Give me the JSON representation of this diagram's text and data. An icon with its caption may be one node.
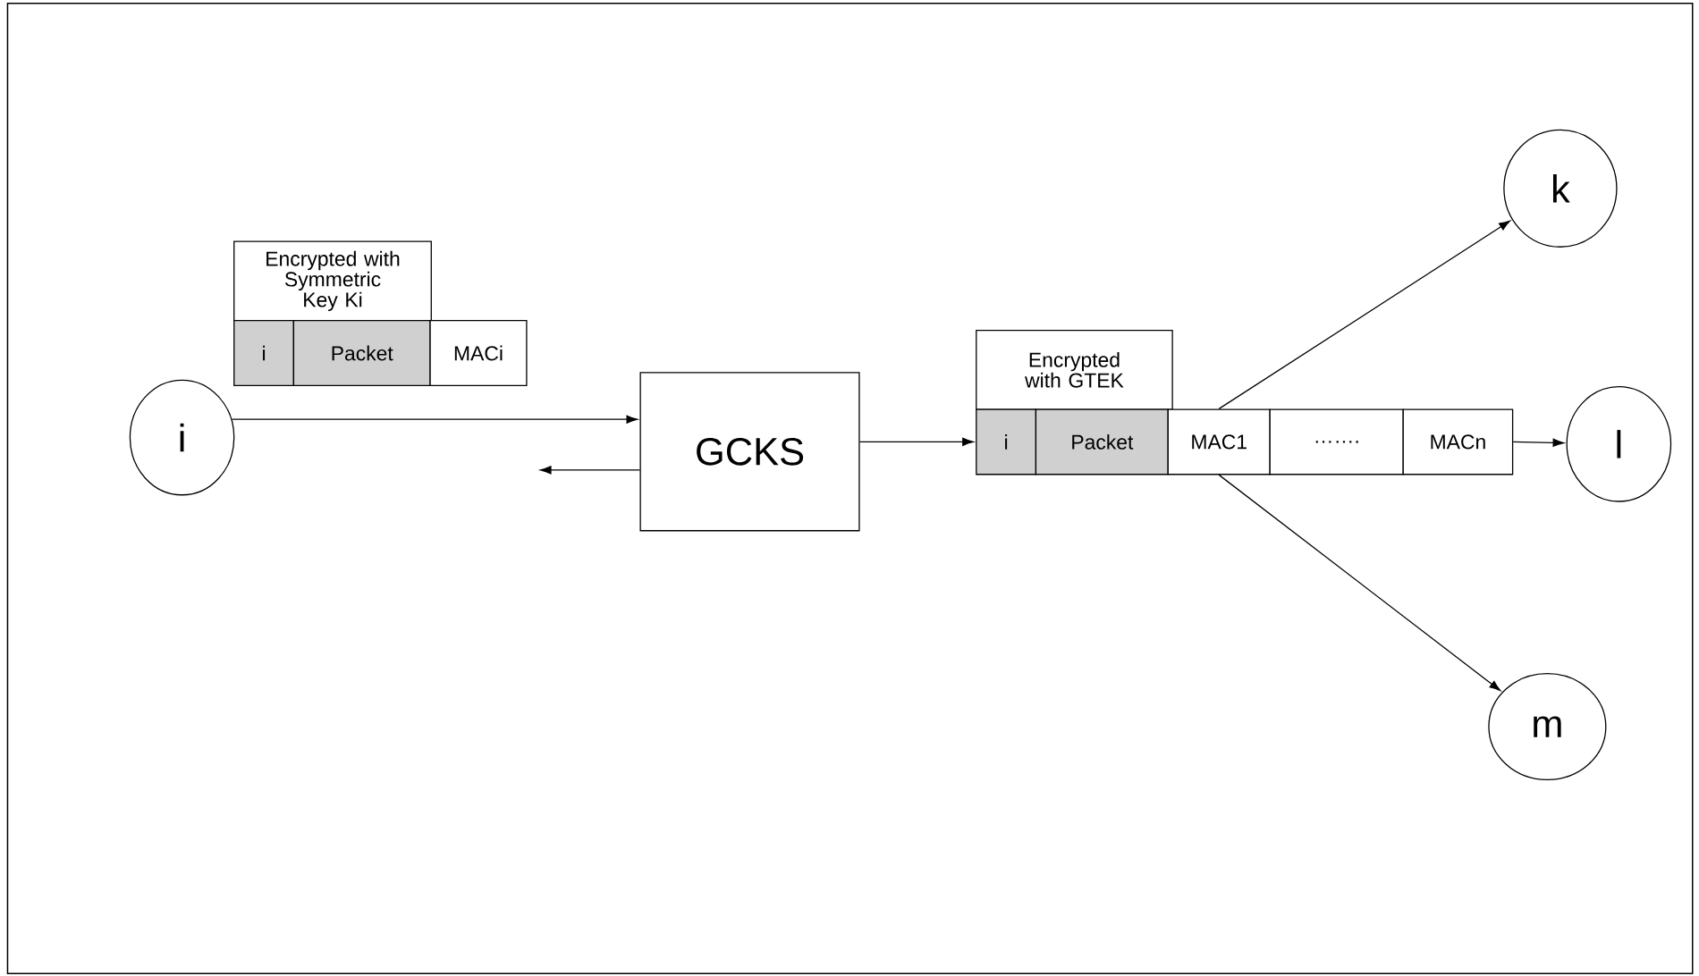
{
  "diagram": {
    "nodes": [
      {
        "text": [
          "i"
        ]
      },
      {
        "text": [
          "Encrypted with Symmetric Key Ki"
        ]
      },
      {
        "text": [
          "i"
        ]
      },
      {
        "text": [
          "Packet"
        ]
      },
      {
        "text": [
          "MACi"
        ]
      },
      {
        "text": [
          "GCKS"
        ]
      },
      {
        "text": [
          "Encrypted with GTEK"
        ]
      },
      {
        "text": [
          "i"
        ]
      },
      {
        "text": [
          "Packet"
        ]
      },
      {
        "text": [
          "MAC1"
        ]
      },
      {
        "text": [
          "……."
        ]
      },
      {
        "text": [
          "MACn"
        ]
      },
      {
        "text": [
          "k"
        ]
      },
      {
        "text": [
          "l"
        ]
      },
      {
        "text": [
          "m"
        ]
      }
    ],
    "edges": [
      {
        "from": 0,
        "to": 5,
        "arrow": "to"
      },
      {
        "from": 5,
        "to": null,
        "arrow": "to"
      },
      {
        "from": 5,
        "to": 7,
        "arrow": "to"
      },
      {
        "from": 9,
        "to": 12,
        "arrow": "to"
      },
      {
        "from": 9,
        "to": 14,
        "arrow": "to"
      },
      {
        "from": 11,
        "to": 13,
        "arrow": "to"
      }
    ]
  }
}
